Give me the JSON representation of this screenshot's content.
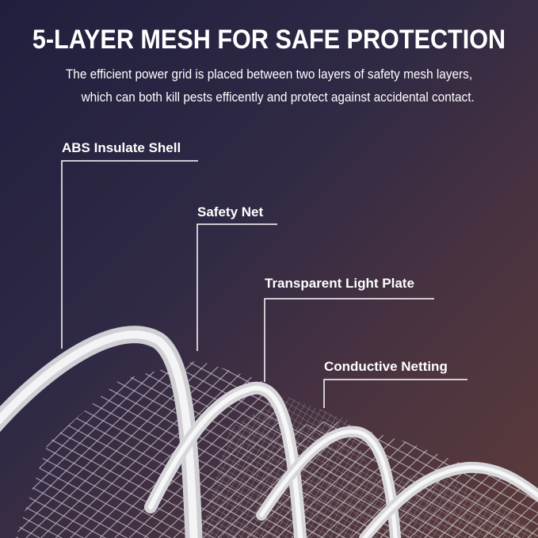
{
  "headline": "5-LAYER MESH FOR SAFE PROTECTION",
  "description": [
    "The efficient power grid is placed between two layers of safety mesh layers,",
    "which can both kill pests efficently and protect against accidental contact."
  ],
  "callouts": [
    {
      "label": "ABS Insulate Shell"
    },
    {
      "label": "Safety Net"
    },
    {
      "label": "Transparent Light Plate"
    },
    {
      "label": "Conductive Netting"
    }
  ],
  "colors": {
    "background_start": "#1f1f3d",
    "background_end": "#5c3b3a",
    "text": "#ffffff",
    "frame": "#e8e8ea"
  }
}
